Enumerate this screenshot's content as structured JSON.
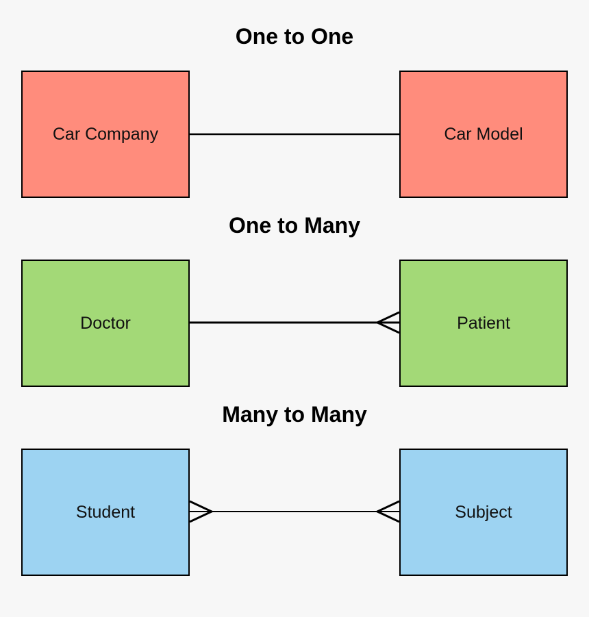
{
  "colors": {
    "one_to_one": "#ff8c7c",
    "one_to_many": "#a3d977",
    "many_to_many": "#9dd3f2",
    "border": "#000000",
    "background": "#f7f7f7"
  },
  "sections": [
    {
      "title": "One to One",
      "left_entity": "Car Company",
      "right_entity": "Car Model",
      "left_end": "one",
      "right_end": "one"
    },
    {
      "title": "One to Many",
      "left_entity": "Doctor",
      "right_entity": "Patient",
      "left_end": "one",
      "right_end": "many"
    },
    {
      "title": "Many to Many",
      "left_entity": "Student",
      "right_entity": "Subject",
      "left_end": "many",
      "right_end": "many"
    }
  ]
}
